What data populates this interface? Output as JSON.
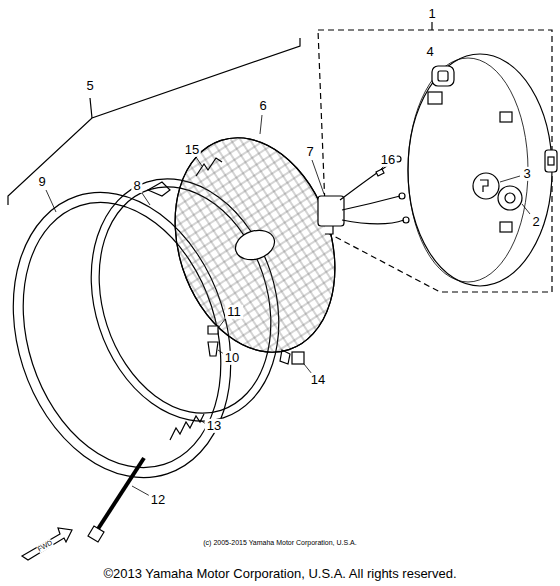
{
  "diagram": {
    "labels": [
      "1",
      "4",
      "5",
      "15",
      "16",
      "6",
      "7",
      "3",
      "2",
      "9",
      "8",
      "11",
      "10",
      "14",
      "13",
      "12",
      "FWD",
      "(c) 2005-2015 Yamaha Motor Corporation, U.S.A.",
      "©2013 Yamaha Motor Corporation, U.S.A. All rights reserved."
    ]
  }
}
